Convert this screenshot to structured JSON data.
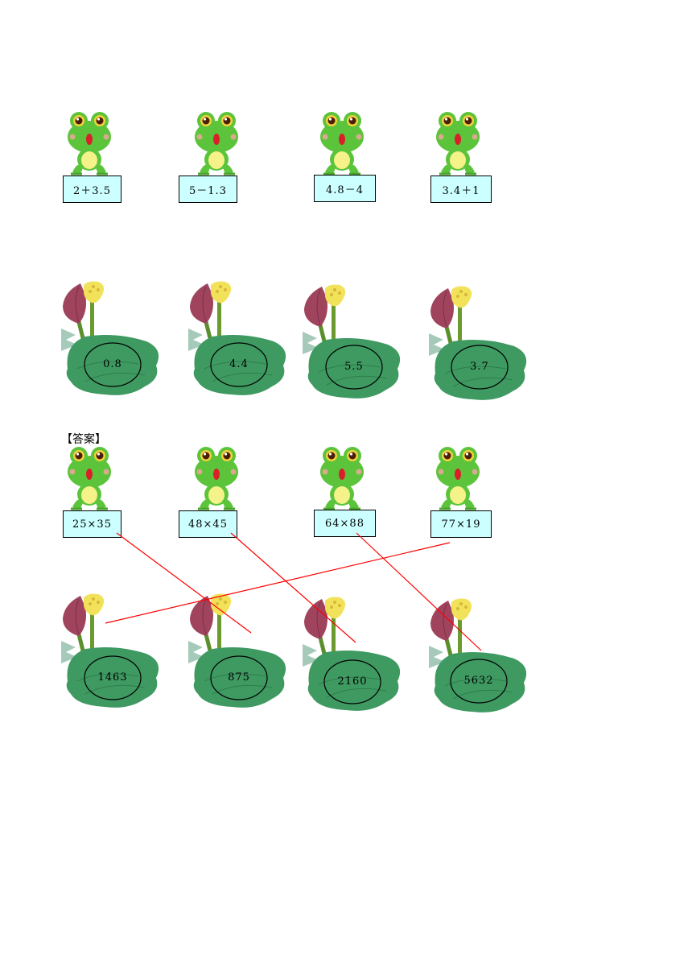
{
  "section1": {
    "expressions": [
      "2＋3.5",
      "5－1.3",
      "4.8－4",
      "3.4＋1"
    ],
    "values": [
      "0.8",
      "4.4",
      "5.5",
      "3.7"
    ]
  },
  "answer_label": "【答案】",
  "section2": {
    "expressions": [
      "25×35",
      "48×45",
      "64×88",
      "77×19"
    ],
    "values": [
      "1463",
      "875",
      "2160",
      "5632"
    ]
  },
  "colors": {
    "box_fill": "#ccffff",
    "frog_green": "#5cc43a",
    "frog_belly": "#f5f28a",
    "leaf": "#3f9a62",
    "bud": "#a0445e",
    "line": "#ff0000"
  },
  "icons": [
    "frog-icon",
    "lotus-leaf-icon"
  ]
}
